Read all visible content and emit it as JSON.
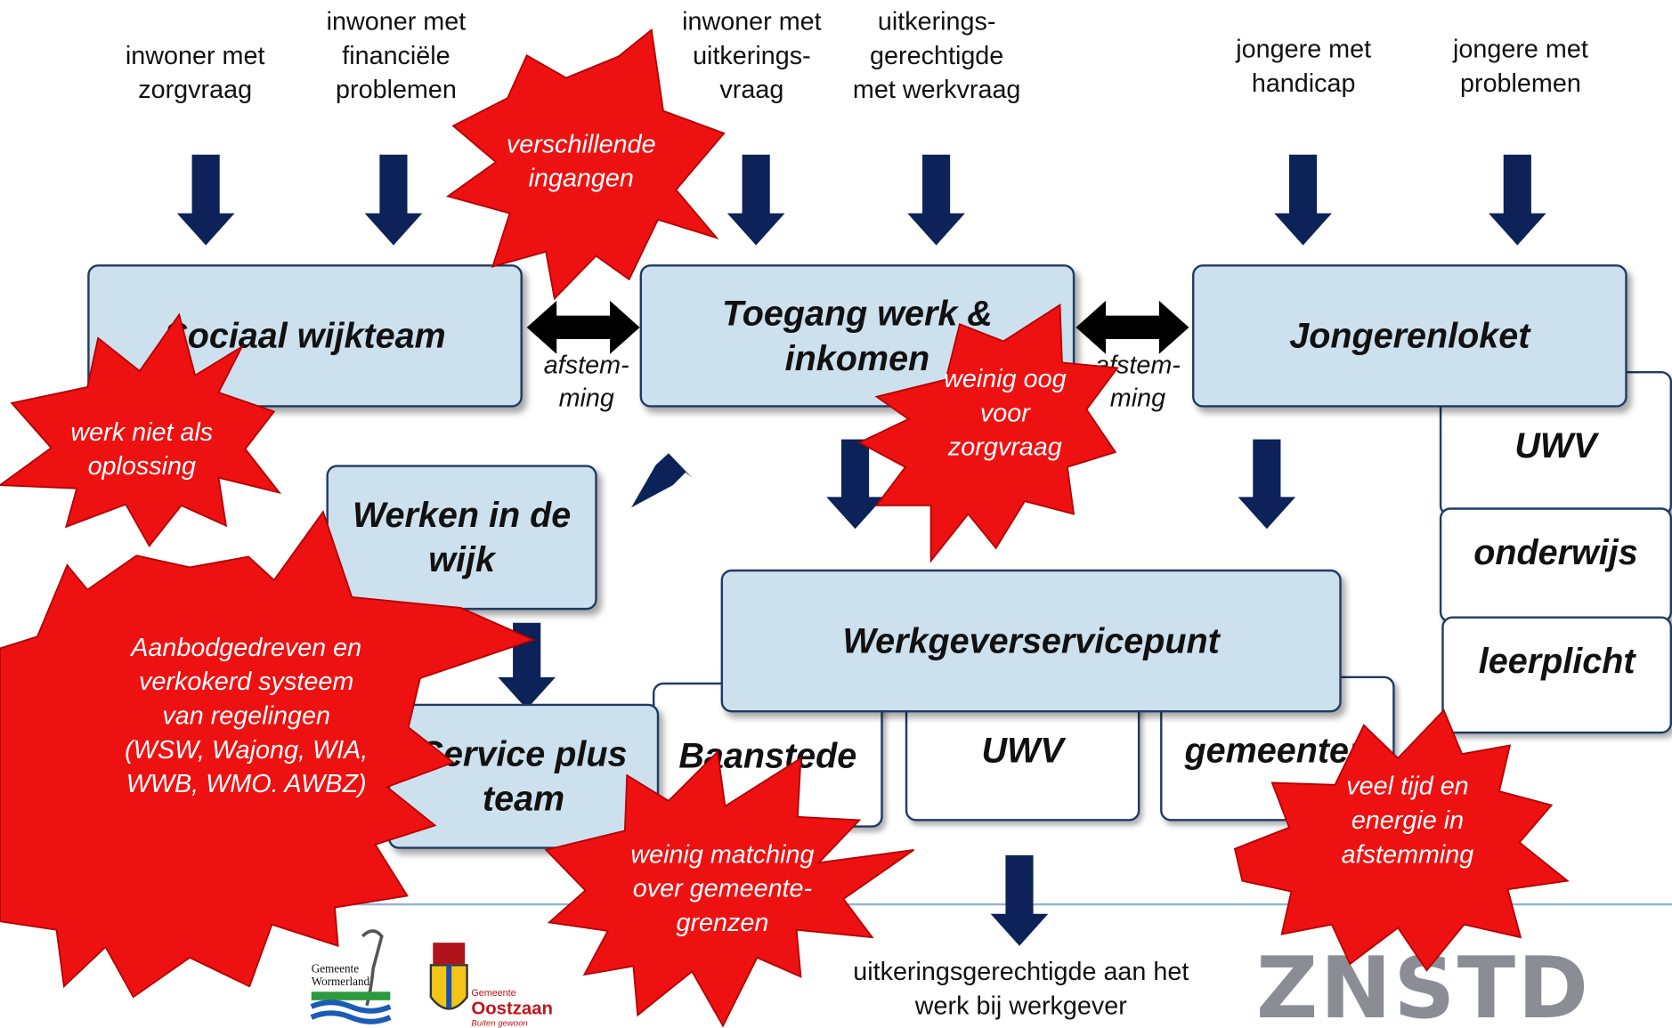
{
  "inputs": [
    {
      "id": "zorg",
      "text": "inwoner met\nzorgvraag"
    },
    {
      "id": "fin",
      "text": "inwoner met\nfinanciële\nproblemen"
    },
    {
      "id": "uitk",
      "text": "inwoner met\nuitkerings-\nvraag"
    },
    {
      "id": "werk",
      "text": "uitkerings-\ngerechtigde\nmet werkvraag"
    },
    {
      "id": "handicap",
      "text": "jongere met\nhandicap"
    },
    {
      "id": "problemen",
      "text": "jongere met\nproblemen"
    }
  ],
  "boxes": {
    "sociaal": "Sociaal wijkteam",
    "toegang": "Toegang werk &\ninkomen",
    "jongeren": "Jongerenloket",
    "werken": "Werken in de\nwijk",
    "service": "Service plus\nteam",
    "wsp": "Werkgeverservicepunt"
  },
  "partners": {
    "baanstede": "Baanstede",
    "uwv": "UWV",
    "gemeenten": "gemeenten"
  },
  "side_stack": {
    "uwv": "UWV",
    "onderwijs": "onderwijs",
    "leerplicht": "leerplicht"
  },
  "afstemming": "afstem-\nming",
  "outcome": "uitkeringsgerechtigde aan het\nwerk bij werkgever",
  "bursts": {
    "ingangen": "verschillende\ningangen",
    "werk_oplossing": "werk niet als\noplossing",
    "aanbod": "Aanbodgedreven en\nverkokerd systeem\nvan regelingen\n(WSW, Wajong, WIA,\nWWB, WMO. AWBZ)",
    "zorgvraag": "weinig oog\nvoor\nzorgvraag",
    "matching": "weinig matching\nover gemeente-\ngrenzen",
    "afstemming": "veel tijd en\nenergie in\nafstemming"
  },
  "logos": {
    "wormerland": [
      "Gemeente",
      "Wormerland"
    ],
    "oostzaan": [
      "Gemeente",
      "Oostzaan",
      "Buiten gewoon"
    ],
    "znstd": "ZNSTD"
  },
  "colors": {
    "arrow": "#0c2258",
    "box_fill": "#cde0ed",
    "burst": "#ee1111",
    "line": "#8fb4d8"
  }
}
